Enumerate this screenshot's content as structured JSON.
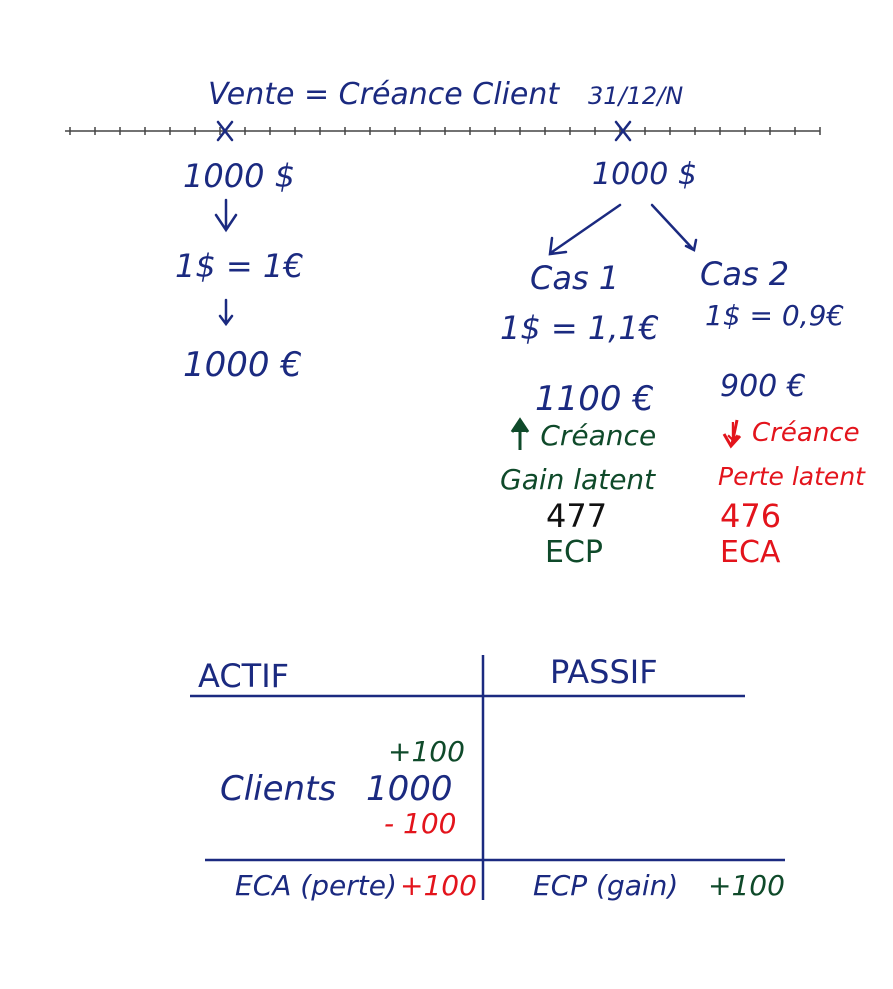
{
  "timeline": {
    "left_event": "Vente = Créance Client",
    "right_event": "31/12/N"
  },
  "left_column": {
    "amount_usd": "1000 $",
    "rate": "1$ = 1€",
    "amount_eur": "1000 €"
  },
  "right_column": {
    "amount_usd": "1000 $",
    "case1": {
      "title": "Cas 1",
      "rate": "1$ = 1,1€",
      "amount_eur": "1100 €",
      "effect": "↑ Créance",
      "result": "Gain latent",
      "account": "477",
      "account_label": "ECP"
    },
    "case2": {
      "title": "Cas 2",
      "rate": "1$ = 0,9€",
      "amount_eur": "900 €",
      "effect": "↓ Créance",
      "result": "Perte latent",
      "account": "476",
      "account_label": "ECA"
    }
  },
  "balance_sheet": {
    "actif_header": "ACTIF",
    "passif_header": "PASSIF",
    "clients_label": "Clients",
    "clients_plus": "+100",
    "clients_value": "1000",
    "clients_minus": "- 100",
    "eca_label": "ECA (perte)",
    "eca_value": "+100",
    "ecp_label": "ECP (gain)",
    "ecp_value": "+100"
  },
  "colors": {
    "blue": "#1b2a80",
    "green": "#0f4a2a",
    "red": "#e3141c"
  }
}
